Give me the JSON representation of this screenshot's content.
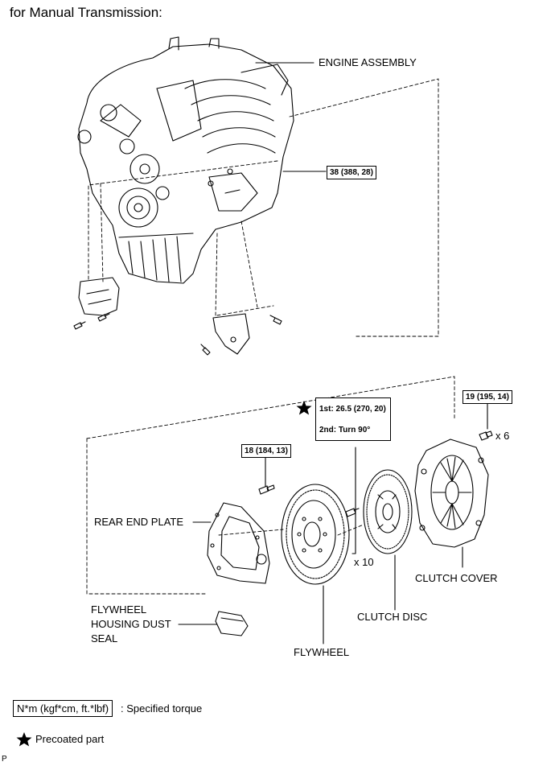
{
  "header": {
    "title": "for Manual Transmission:"
  },
  "labels": {
    "engine_assembly": "ENGINE ASSEMBLY",
    "rear_end_plate": "REAR END PLATE",
    "flywheel_housing_dust_seal": "FLYWHEEL HOUSING DUST SEAL",
    "flywheel": "FLYWHEEL",
    "clutch_disc": "CLUTCH DISC",
    "clutch_cover": "CLUTCH COVER"
  },
  "torques": {
    "engine_bolt": "38 (388, 28)",
    "end_plate_bolt": "18 (184, 13)",
    "clutch_cover_bolt": "19 (195, 14)",
    "flywheel_bolt_step1": "1st: 26.5 (270, 20)",
    "flywheel_bolt_step2": "2nd: Turn 90°"
  },
  "quantities": {
    "flywheel_bolts": "x 10",
    "clutch_cover_bolts": "x 6"
  },
  "legend": {
    "torque_unit": "N*m (kgf*cm, ft.*lbf)",
    "torque_desc": ": Specified torque",
    "precoated_desc": "Precoated part"
  },
  "footer": {
    "code": "P"
  }
}
